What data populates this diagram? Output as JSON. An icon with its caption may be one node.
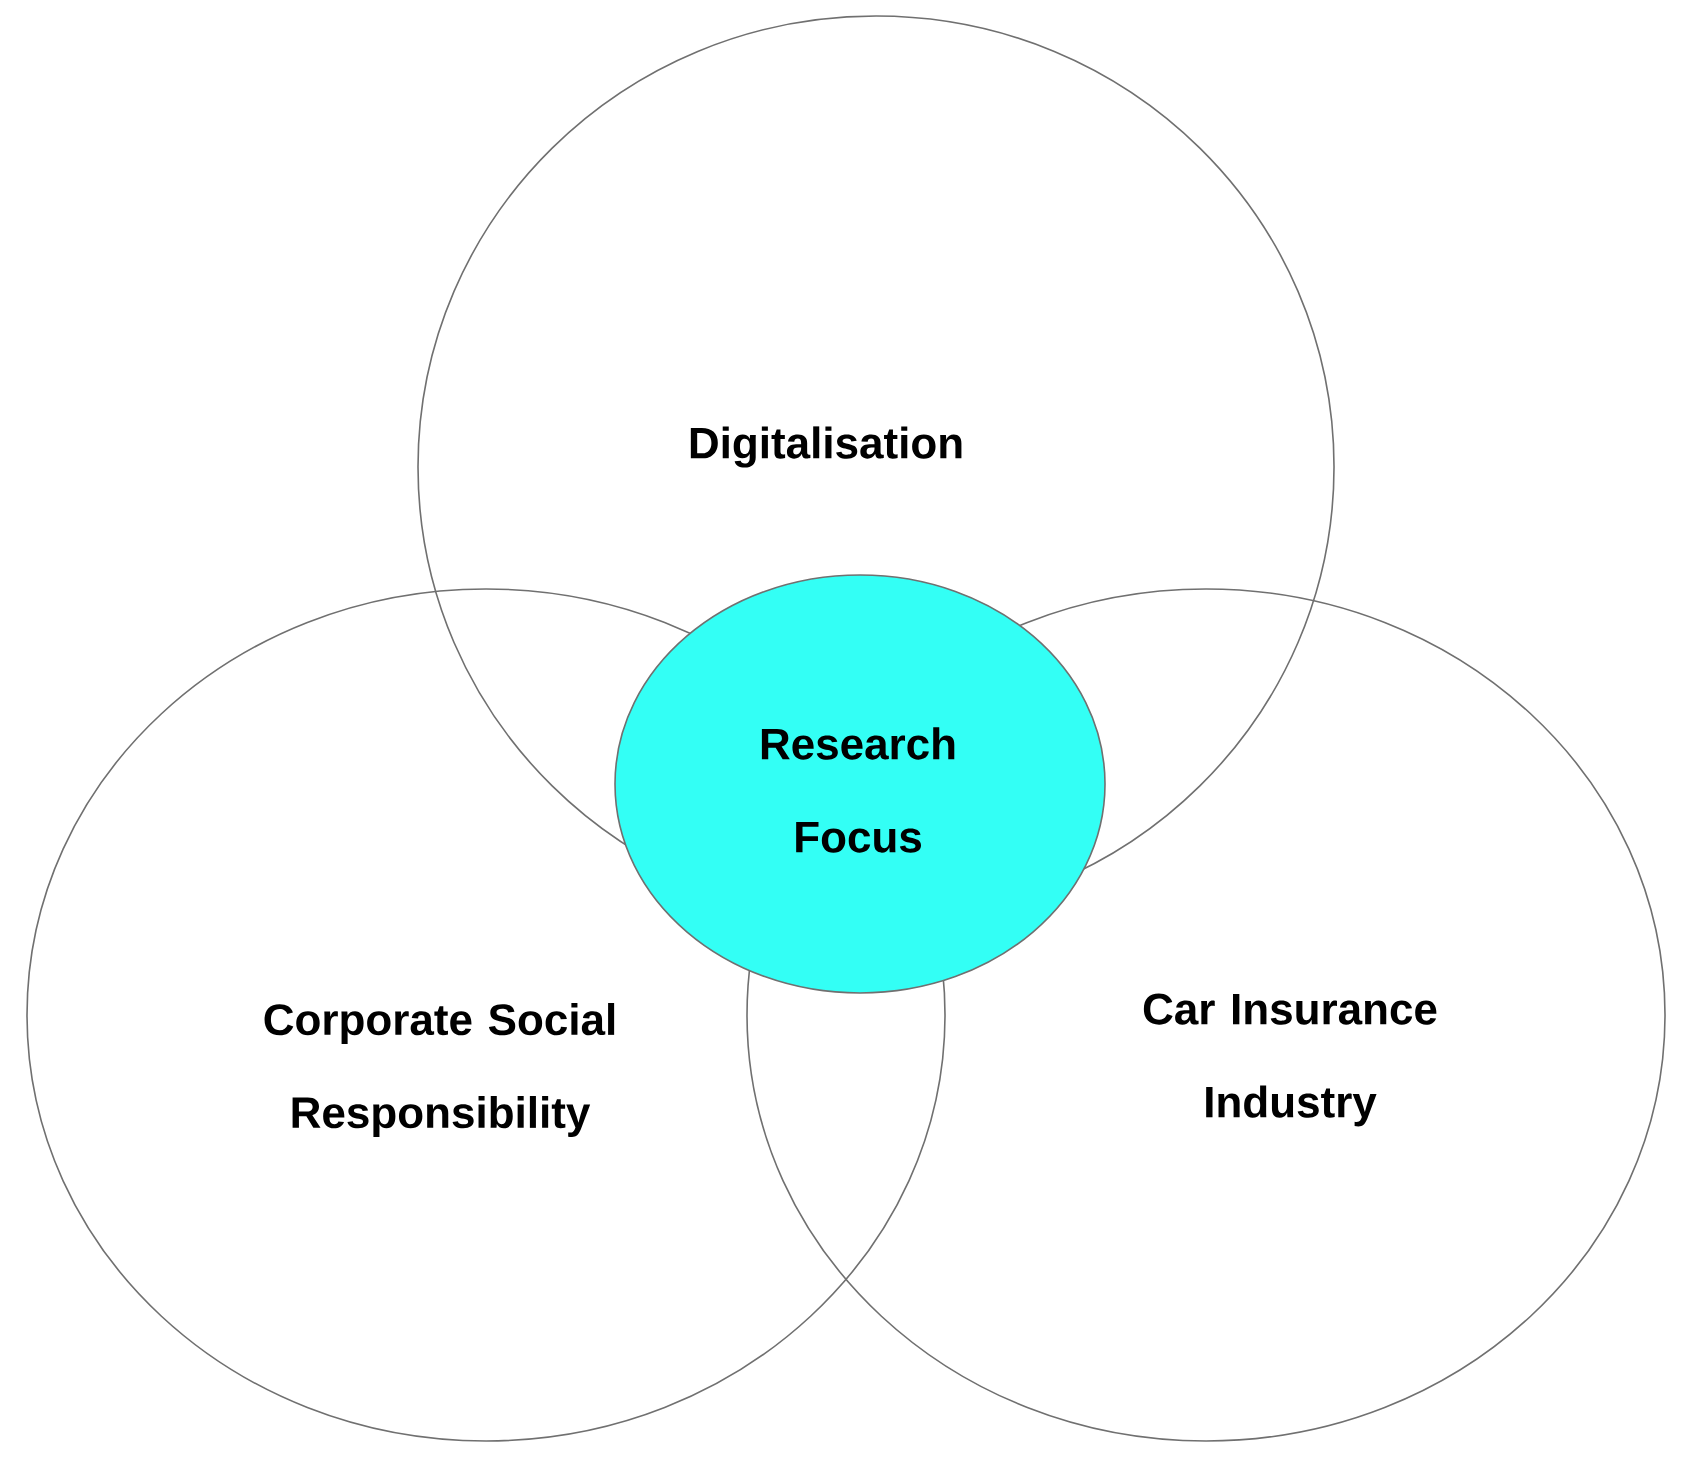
{
  "diagram": {
    "nodes": [
      {
        "text": [
          "Digitalisation"
        ]
      },
      {
        "text": [
          "Corporate Social Responsibility"
        ]
      },
      {
        "text": [
          "Car Insurance Industry"
        ]
      },
      {
        "text": [
          "Research Focus"
        ]
      }
    ]
  }
}
